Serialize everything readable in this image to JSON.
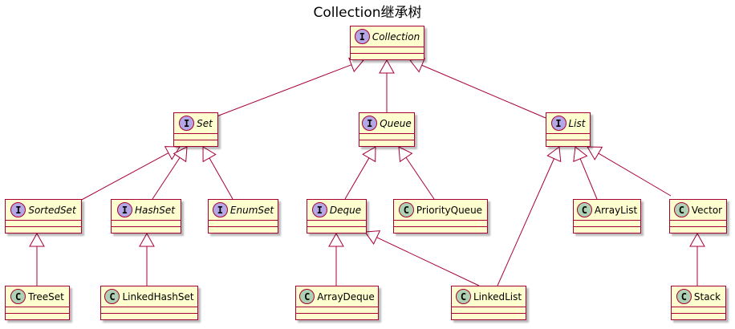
{
  "title": "Collection继承树",
  "colors": {
    "node_fill": "#FEFECE",
    "border": "#A80036",
    "interface_badge": "#B4A7E5",
    "class_badge": "#ADD1B2"
  },
  "badges": {
    "interface": "I",
    "class": "C"
  },
  "nodes": {
    "collection": {
      "label": "Collection",
      "kind": "interface"
    },
    "set": {
      "label": "Set",
      "kind": "interface"
    },
    "queue": {
      "label": "Queue",
      "kind": "interface"
    },
    "list": {
      "label": "List",
      "kind": "interface"
    },
    "sortedset": {
      "label": "SortedSet",
      "kind": "interface"
    },
    "hashset": {
      "label": "HashSet",
      "kind": "interface"
    },
    "enumset": {
      "label": "EnumSet",
      "kind": "interface"
    },
    "deque": {
      "label": "Deque",
      "kind": "interface"
    },
    "priorityqueue": {
      "label": "PriorityQueue",
      "kind": "class"
    },
    "arraylist": {
      "label": "ArrayList",
      "kind": "class"
    },
    "vector": {
      "label": "Vector",
      "kind": "class"
    },
    "treeset": {
      "label": "TreeSet",
      "kind": "class"
    },
    "linkedhashset": {
      "label": "LinkedHashSet",
      "kind": "class"
    },
    "arraydeque": {
      "label": "ArrayDeque",
      "kind": "class"
    },
    "linkedlist": {
      "label": "LinkedList",
      "kind": "class"
    },
    "stack": {
      "label": "Stack",
      "kind": "class"
    }
  },
  "edges": [
    {
      "child": "set",
      "parent": "collection"
    },
    {
      "child": "queue",
      "parent": "collection"
    },
    {
      "child": "list",
      "parent": "collection"
    },
    {
      "child": "sortedset",
      "parent": "set"
    },
    {
      "child": "hashset",
      "parent": "set"
    },
    {
      "child": "enumset",
      "parent": "set"
    },
    {
      "child": "deque",
      "parent": "queue"
    },
    {
      "child": "priorityqueue",
      "parent": "queue"
    },
    {
      "child": "linkedlist",
      "parent": "list"
    },
    {
      "child": "arraylist",
      "parent": "list"
    },
    {
      "child": "vector",
      "parent": "list"
    },
    {
      "child": "treeset",
      "parent": "sortedset"
    },
    {
      "child": "linkedhashset",
      "parent": "hashset"
    },
    {
      "child": "arraydeque",
      "parent": "deque"
    },
    {
      "child": "linkedlist",
      "parent": "deque"
    },
    {
      "child": "stack",
      "parent": "vector"
    }
  ]
}
